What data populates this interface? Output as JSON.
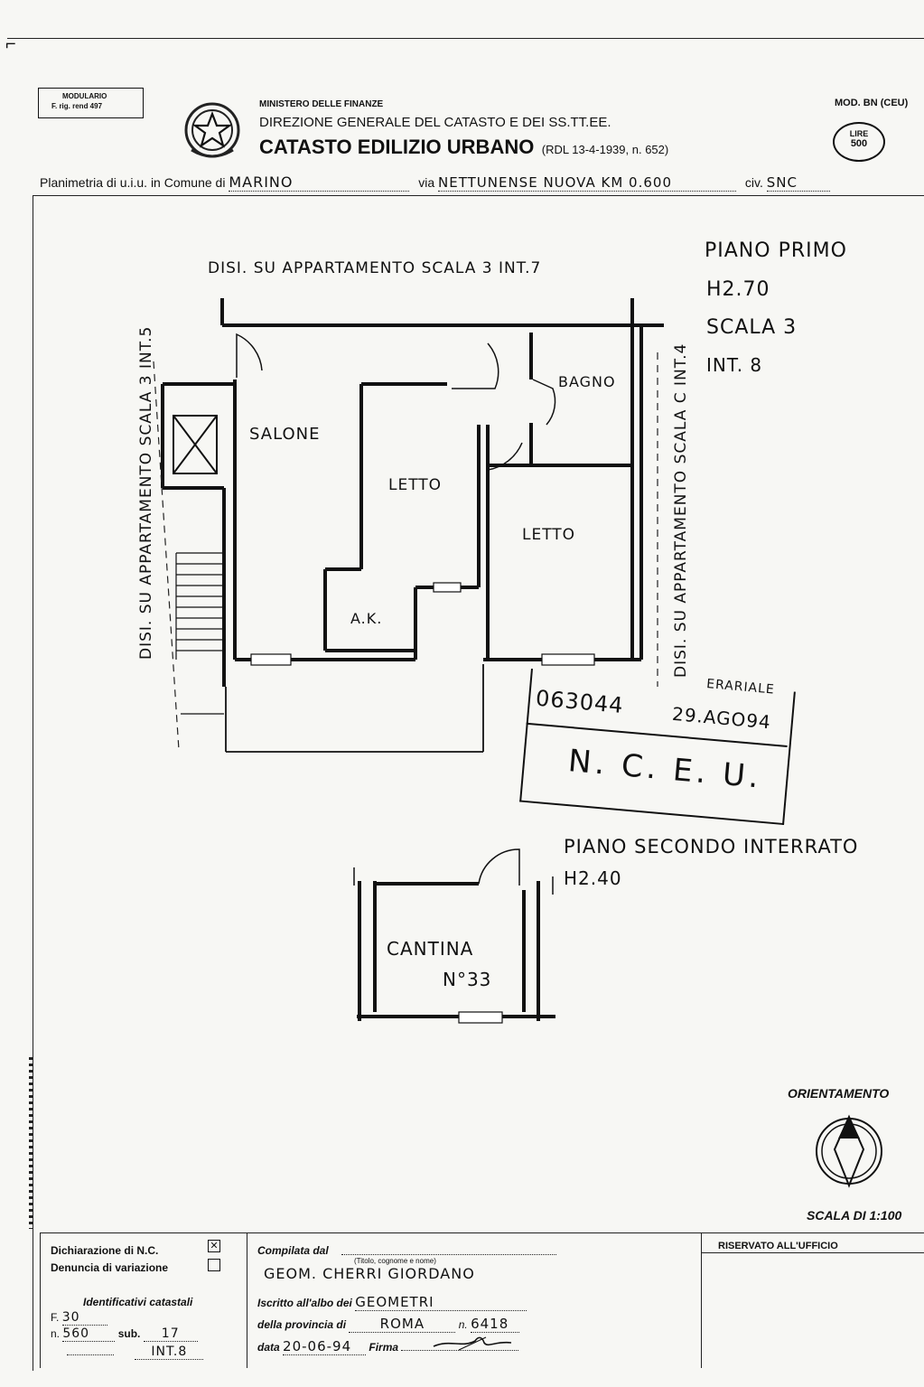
{
  "header": {
    "modulario_line1": "MODULARIO",
    "modulario_line2": "F. rig. rend 497",
    "ministry": "MINISTERO DELLE FINANZE",
    "directorate": "DIREZIONE GENERALE DEL CATASTO E DEI SS.TT.EE.",
    "title": "CATASTO EDILIZIO URBANO",
    "title_ref": "(RDL 13-4-1939, n. 652)",
    "mod_code": "MOD. BN (CEU)",
    "stamp_line1": "LIRE",
    "stamp_line2": "500"
  },
  "address": {
    "prefix": "Planimetria di u.i.u. in Comune di",
    "comune": "MARINO",
    "via_label": "via",
    "via": "NETTUNENSE NUOVA KM 0.600",
    "civ_label": "civ.",
    "civ": "SNC"
  },
  "plan": {
    "floor_title": "PIANO PRIMO",
    "height": "H2.70",
    "scala": "SCALA 3",
    "interno": "INT. 8",
    "top_label": "DISI. SU APPARTAMENTO SCALA 3 INT.7",
    "left_label": "DISI. SU APPARTAMENTO SCALA 3 INT.5",
    "right_label": "DISI. SU APPARTAMENTO SCALA C INT.4",
    "rooms": {
      "salone": "SALONE",
      "letto1": "LETTO",
      "letto2": "LETTO",
      "bagno": "BAGNO",
      "ak": "A.K."
    }
  },
  "registration_stamp": {
    "label": "ERARIALE",
    "number": "063044",
    "date": "29.AGO94",
    "office": "N. C. E. U."
  },
  "basement": {
    "title": "PIANO SECONDO INTERRATO",
    "height": "H2.40",
    "room": "CANTINA",
    "number": "N°33"
  },
  "orientation": {
    "label": "ORIENTAMENTO",
    "scale": "SCALA DI 1:100"
  },
  "footer": {
    "dichiarazione": "Dichiarazione di N.C.",
    "denuncia": "Denuncia di variazione",
    "identificativi": "Identificativi catastali",
    "f_label": "F.",
    "f_value": "30",
    "n_label": "n.",
    "n_value": "560",
    "sub_label": "sub.",
    "sub_value": "17",
    "int_value": "INT.8",
    "compilata_label": "Compilata dal",
    "compilata_hint": "(Titolo, cognome e nome)",
    "compilata_value": "GEOM. CHERRI GIORDANO",
    "iscritto_label": "Iscritto all'albo dei",
    "iscritto_value": "GEOMETRI",
    "provincia_label": "della provincia di",
    "provincia_value": "ROMA",
    "num_label": "n.",
    "num_value": "6418",
    "data_label": "data",
    "data_value": "20-06-94",
    "firma_label": "Firma",
    "riservato": "RISERVATO ALL'UFFICIO"
  }
}
